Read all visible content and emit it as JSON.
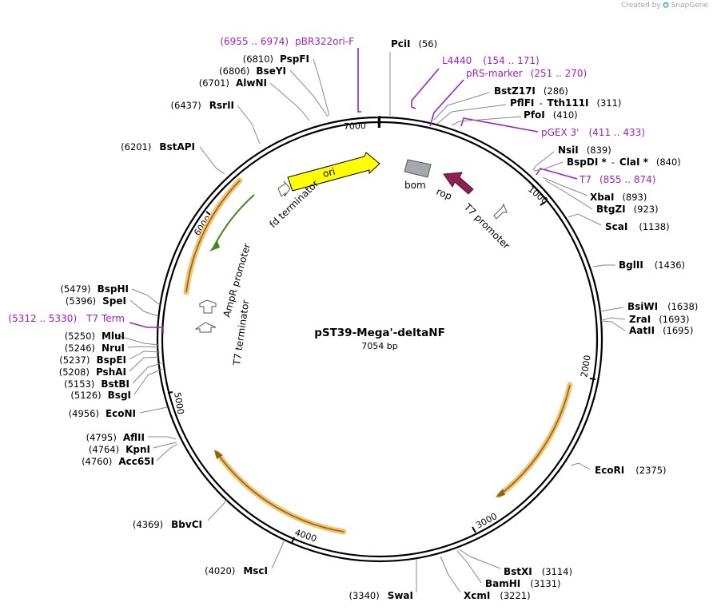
{
  "credit": {
    "prefix": "Created by",
    "brand": "SnapGene"
  },
  "plasmid": {
    "name": "pST39-Mega'-deltaNF",
    "length_label": "7054 bp",
    "length": 7054
  },
  "ticks": [
    "1000",
    "2000",
    "3000",
    "4000",
    "5000",
    "6000",
    "7000"
  ],
  "enzymes": [
    {
      "name": "PciI",
      "pos": "(56)"
    },
    {
      "name": "BstZ17I",
      "pos": "(286)"
    },
    {
      "name": "PflFI",
      "sep": "-",
      "name2": "Tth111I",
      "pos": "(311)"
    },
    {
      "name": "PfoI",
      "pos": "(410)"
    },
    {
      "name": "NsiI",
      "pos": "(839)"
    },
    {
      "name": "BspDI *",
      "sep": "-",
      "name2": "ClaI *",
      "pos": "(840)"
    },
    {
      "name": "XbaI",
      "pos": "(893)"
    },
    {
      "name": "BtgZI",
      "pos": "(923)"
    },
    {
      "name": "ScaI",
      "pos": "(1138)"
    },
    {
      "name": "BglII",
      "pos": "(1436)"
    },
    {
      "name": "BsiWI",
      "pos": "(1638)"
    },
    {
      "name": "ZraI",
      "pos": "(1693)"
    },
    {
      "name": "AatII",
      "pos": "(1695)"
    },
    {
      "name": "EcoRI",
      "pos": "(2375)"
    },
    {
      "name": "BstXI",
      "pos": "(3114)"
    },
    {
      "name": "BamHI",
      "pos": "(3131)"
    },
    {
      "name": "XcmI",
      "pos": "(3221)"
    },
    {
      "name": "SwaI",
      "pos": "(3340)"
    },
    {
      "name": "MscI",
      "pos": "(4020)"
    },
    {
      "name": "BbvCI",
      "pos": "(4369)"
    },
    {
      "name": "Acc65I",
      "pos": "(4760)"
    },
    {
      "name": "KpnI",
      "pos": "(4764)"
    },
    {
      "name": "AflII",
      "pos": "(4795)"
    },
    {
      "name": "EcoNI",
      "pos": "(4956)"
    },
    {
      "name": "BsgI",
      "pos": "(5126)"
    },
    {
      "name": "BstBI",
      "pos": "(5153)"
    },
    {
      "name": "PshAI",
      "pos": "(5208)"
    },
    {
      "name": "BspEI",
      "pos": "(5237)"
    },
    {
      "name": "NruI",
      "pos": "(5246)"
    },
    {
      "name": "MluI",
      "pos": "(5250)"
    },
    {
      "name": "SpeI",
      "pos": "(5396)"
    },
    {
      "name": "BspHI",
      "pos": "(5479)"
    },
    {
      "name": "BstAPI",
      "pos": "(6201)"
    },
    {
      "name": "RsrII",
      "pos": "(6437)"
    },
    {
      "name": "AlwNI",
      "pos": "(6701)"
    },
    {
      "name": "BseYI",
      "pos": "(6806)"
    },
    {
      "name": "PspFI",
      "pos": "(6810)"
    }
  ],
  "primers": [
    {
      "name": "pBR322ori-F",
      "range": "(6955 .. 6974)"
    },
    {
      "name": "L4440",
      "range": "(154 .. 171)"
    },
    {
      "name": "pRS-marker",
      "range": "(251 .. 270)"
    },
    {
      "name": "pGEX 3'",
      "range": "(411 .. 433)"
    },
    {
      "name": "T7",
      "range": "(855 .. 874)"
    },
    {
      "name": "T7 Term",
      "range": "(5312 .. 5330)"
    }
  ],
  "features": [
    {
      "label": "ori",
      "color": "#ffff00"
    },
    {
      "label": "bom",
      "color": "#a6a8ad"
    },
    {
      "label": "rop",
      "color": "#8b2252"
    },
    {
      "label": "T7 promoter",
      "color": "#ffffff"
    },
    {
      "label": "fd terminator",
      "color": "#ffffff"
    },
    {
      "label": "AmpR promoter",
      "color": "#ffffff"
    },
    {
      "label": "T7 terminator",
      "color": "#ffffff"
    }
  ],
  "colors": {
    "primer": "#a020c8",
    "orf_highlight": "#f5c36e",
    "orf_arrow": "#8a6418",
    "amp_arrow": "#3a8c1a",
    "backbone": "#000000"
  }
}
